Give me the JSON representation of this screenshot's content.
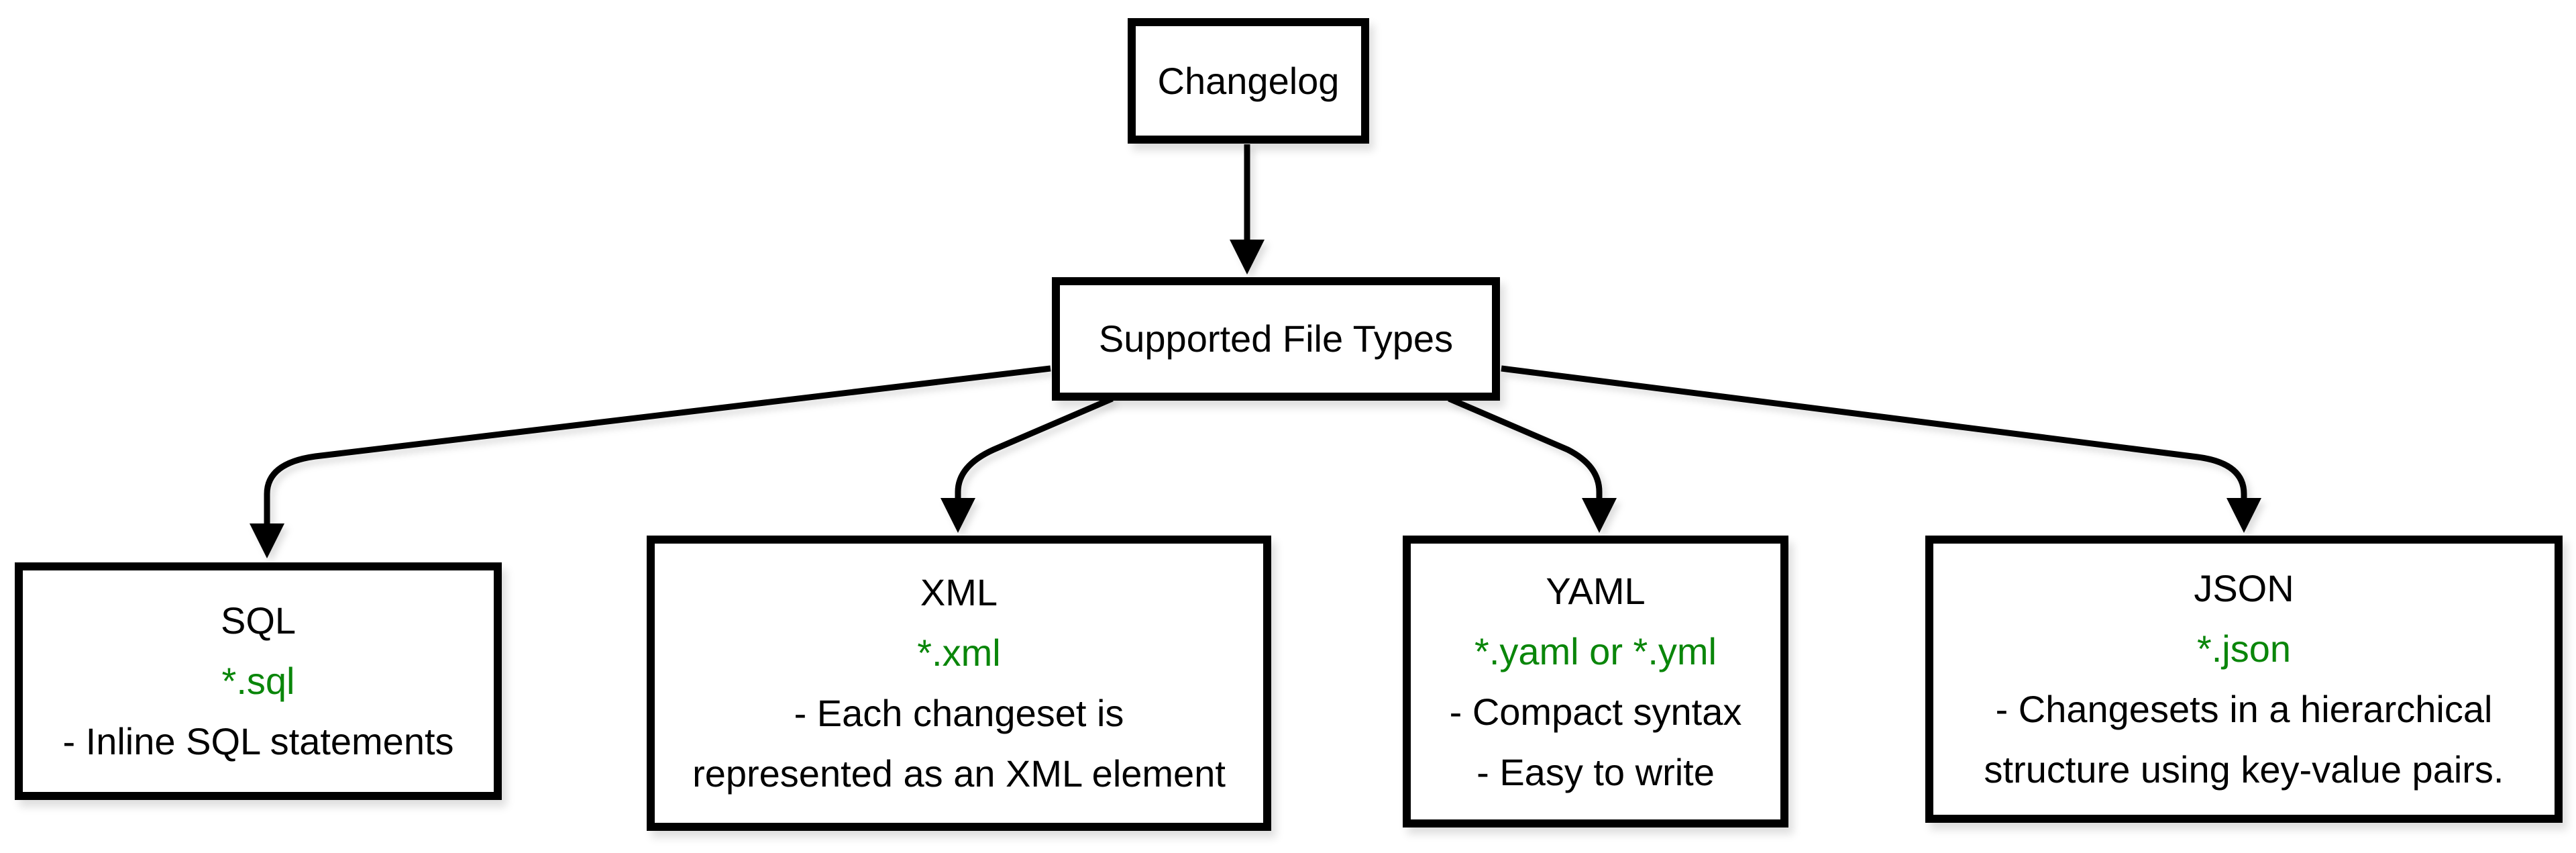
{
  "diagram": {
    "nodes": {
      "changelog": {
        "label": "Changelog"
      },
      "supported_file_types": {
        "label": "Supported File Types"
      }
    },
    "types": [
      {
        "name": "SQL",
        "extension": "*.sql",
        "desc_lines": [
          "- Inline SQL statements"
        ]
      },
      {
        "name": "XML",
        "extension": "*.xml",
        "desc_lines": [
          "- Each changeset is",
          "represented as an XML element"
        ]
      },
      {
        "name": "YAML",
        "extension": "*.yaml or *.yml",
        "desc_lines": [
          "- Compact syntax",
          "- Easy to write"
        ]
      },
      {
        "name": "JSON",
        "extension": "*.json",
        "desc_lines": [
          "- Changesets in a hierarchical",
          "structure using key-value pairs."
        ]
      }
    ],
    "edges": [
      {
        "from": "Changelog",
        "to": "Supported File Types"
      },
      {
        "from": "Supported File Types",
        "to": "SQL"
      },
      {
        "from": "Supported File Types",
        "to": "XML"
      },
      {
        "from": "Supported File Types",
        "to": "YAML"
      },
      {
        "from": "Supported File Types",
        "to": "JSON"
      }
    ],
    "colors": {
      "extension_text": "#0a860a",
      "node_border": "#000000",
      "node_fill": "#ffffff",
      "edge": "#000000",
      "background": "#ffffff"
    }
  }
}
